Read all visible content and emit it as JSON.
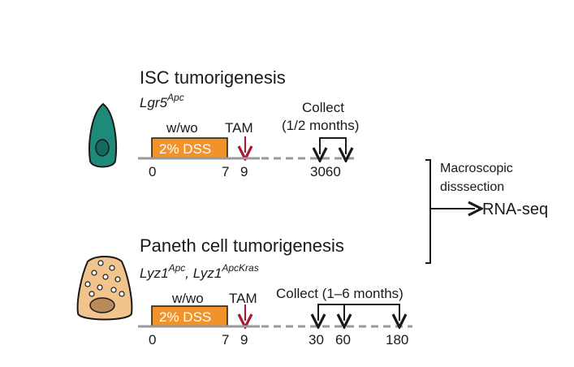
{
  "panels": [
    {
      "title": "ISC tumorigenesis",
      "genotype_base": "Lgr5",
      "genotype_sup": "Apc",
      "treatment_label": "w/wo",
      "tam_label": "TAM",
      "dss_label": "2% DSS",
      "collect_label_line1": "Collect",
      "collect_label_line2": "(1/2 months)",
      "ticks": [
        "0",
        "7",
        "9",
        "3060"
      ],
      "cell_type": "stem-cell"
    },
    {
      "title": "Paneth cell tumorigenesis",
      "genotype_base": "Lyz1",
      "genotype_sup": "Apc",
      "genotype_sep": ",",
      "genotype2_base": "Lyz1",
      "genotype2_sup": "ApcKras",
      "treatment_label": "w/wo",
      "tam_label": "TAM",
      "dss_label": "2% DSS",
      "collect_label": "Collect (1–6 months)",
      "ticks": [
        "0",
        "7",
        "9",
        "30",
        "60",
        "180"
      ],
      "cell_type": "paneth-cell"
    }
  ],
  "merge": {
    "line1": "Macroscopic",
    "line2": "disssection",
    "result": "RNA-seq"
  },
  "colors": {
    "dss_box": "#f0932b",
    "tam_arrow": "#a6192e",
    "stem_cell": "#1e8a7a",
    "stem_nucleus": "#146a5c",
    "paneth_cell": "#f2c48d",
    "paneth_nucleus": "#b98a5a",
    "timeline": "#9a9a9a",
    "text": "#1a1a1a"
  }
}
